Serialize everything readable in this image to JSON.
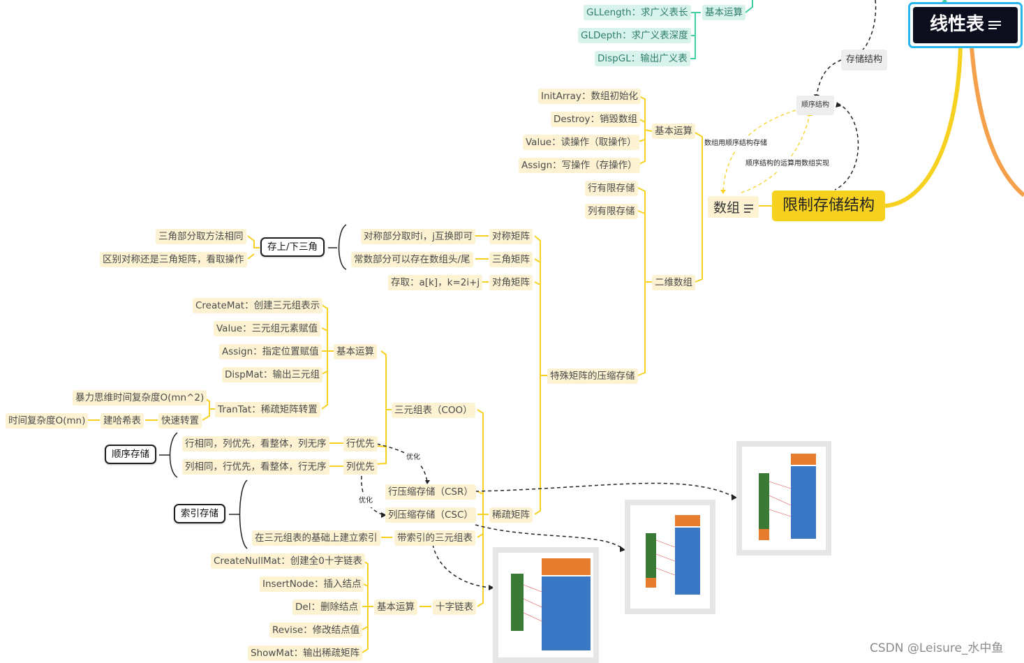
{
  "root": {
    "title": "线性表"
  },
  "main_branch": "限制存储结构",
  "array_node": "数组",
  "storage_label": "存储结构",
  "seq_node": "顺序结构",
  "link_labels": {
    "array_seq": "数组用顺序结构存储",
    "seq_array": "顺序结构的运算用数组实现",
    "opt1": "优化",
    "opt2": "优化"
  },
  "gl": {
    "ops": "基本运算",
    "items": [
      "GLLength：求广义表长",
      "GLDepth：求广义表深度",
      "DispGL：输出广义表"
    ]
  },
  "array": {
    "basic_ops": "基本运算",
    "ops": [
      "InitArray：数组初始化",
      "Destroy：销毁数组",
      "Value：读操作（取操作）",
      "Assign：写操作（存操作）"
    ],
    "row_major": "行有限存储",
    "col_major": "列有限存储",
    "two_d": "二维数组",
    "special": "特殊矩阵的压缩存储",
    "symmetric": "对称矩阵",
    "symmetric_note": "对称部分取时i，j互换即可",
    "triangular": "三角矩阵",
    "triangular_note": "常数部分可以存在数组头/尾",
    "diagonal": "对角矩阵",
    "diagonal_note": "存取：a[k]，k=2i+j",
    "upper_lower": "存上/下三角",
    "ul_notes": [
      "三角部分取方法相同",
      "区别对称还是三角矩阵，看取操作"
    ],
    "sparse": "稀疏矩阵",
    "coo": "三元组表（COO）",
    "coo_ops": "基本运算",
    "coo_items": [
      "CreateMat：创建三元组表示",
      "Value：三元组元素赋值",
      "Assign：指定位置赋值",
      "DispMat：输出三元组"
    ],
    "tran": "TranTat：稀疏矩阵转置",
    "tran_brute": "暴力思维时间复杂度O(mn^2)",
    "fast": "快速转置",
    "hash": "建哈希表",
    "complexity": "时间复杂度O(mn)",
    "row_first": "行优先",
    "row_first_note": "行相同，列优先，看整体，列无序",
    "col_first": "列优先",
    "col_first_note": "列相同，行优先，看整体，行无序",
    "seq_store": "顺序存储",
    "csr": "行压缩存储（CSR）",
    "csc": "列压缩存储（CSC）",
    "index_store": "索引存储",
    "indexed_triple": "带索引的三元组表",
    "indexed_note": "在三元组表的基础上建立索引",
    "cross": "十字链表",
    "cross_ops": "基本运算",
    "cross_items": [
      "CreateNullMat：创建全0十字链表",
      "InsertNode：插入结点",
      "Del：删除结点",
      "Revise：修改结点值",
      "ShowMat：输出稀疏矩阵"
    ]
  },
  "watermark": "CSDN @Leisure_水中鱼",
  "colors": {
    "yellow": "#f6d11f",
    "green": "#3fcfa2",
    "orange": "#f5a04a",
    "root_bg": "#0c0d1d",
    "root_border": "#2ab4ec"
  }
}
